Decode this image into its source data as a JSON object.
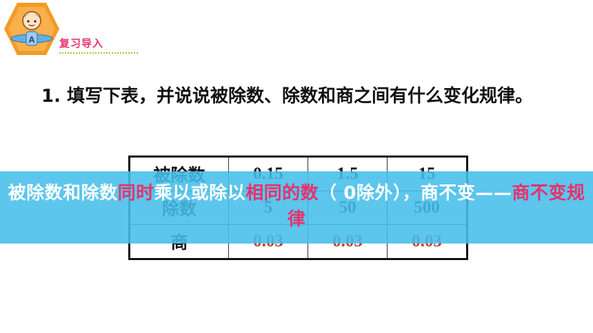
{
  "header": {
    "section_title": "复习导入"
  },
  "question": {
    "number": "1.",
    "text": " 填写下表，并说说被除数、除数和商之间有什么变化规律。"
  },
  "table": {
    "rows": [
      {
        "label": "被除数",
        "values": [
          "0.15",
          "1.5",
          "15"
        ]
      },
      {
        "label": "除数",
        "values": [
          "5",
          "50",
          "500"
        ]
      },
      {
        "label": "商",
        "values": [
          "0.03",
          "0.03",
          "0.03"
        ]
      }
    ]
  },
  "overlay": {
    "seg1": "被除数和除数",
    "seg2": "同时",
    "seg3": "乘以或除以",
    "seg4": "相同的数",
    "seg5": "（ 0除外），商不变——",
    "seg6": "商不变规律"
  },
  "colors": {
    "highlight": "#e8316d",
    "overlay_bg": "#46beeb",
    "logo_orange": "#f39a2a",
    "answer_red": "#c0392b"
  }
}
